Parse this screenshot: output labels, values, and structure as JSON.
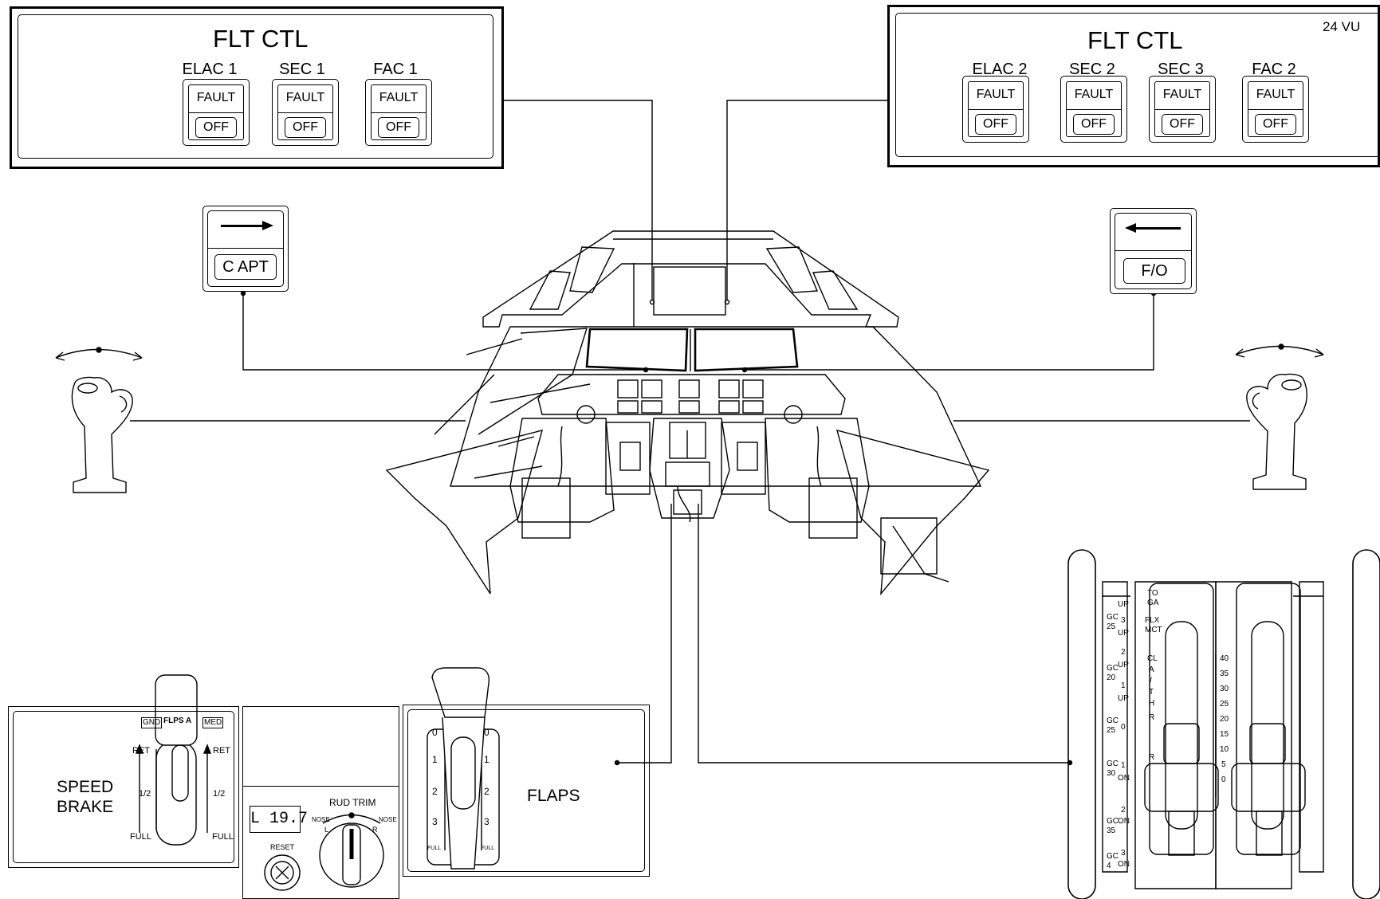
{
  "left_flt_ctl": {
    "title": "FLT CTL",
    "buttons": [
      {
        "label": "ELAC 1",
        "fault": "FAULT",
        "off": "OFF"
      },
      {
        "label": "SEC 1",
        "fault": "FAULT",
        "off": "OFF"
      },
      {
        "label": "FAC 1",
        "fault": "FAULT",
        "off": "OFF"
      }
    ]
  },
  "right_flt_ctl": {
    "title": "FLT CTL",
    "panel_id": "24 VU",
    "buttons": [
      {
        "label": "ELAC 2",
        "fault": "FAULT",
        "off": "OFF"
      },
      {
        "label": "SEC 2",
        "fault": "FAULT",
        "off": "OFF"
      },
      {
        "label": "SEC 3",
        "fault": "FAULT",
        "off": "OFF"
      },
      {
        "label": "FAC 2",
        "fault": "FAULT",
        "off": "OFF"
      }
    ]
  },
  "capt_priority": {
    "label": "C APT",
    "arrow": "right-arrow-icon"
  },
  "fo_priority": {
    "label": "F/O",
    "arrow": "left-arrow-icon"
  },
  "speed_brake": {
    "title_line1": "SPEED",
    "title_line2": "BRAKE",
    "gate": [
      "GND",
      "FLPS A",
      "MED"
    ],
    "marks": [
      "RET",
      "1/2",
      "FULL"
    ]
  },
  "rud_trim": {
    "title": "RUD TRIM",
    "display": "L 19.7",
    "nose_l": "NOSE",
    "nose_r": "NOSE",
    "l": "L",
    "r": "R",
    "reset": "RESET"
  },
  "flaps": {
    "title": "FLAPS",
    "positions": [
      "0",
      "1",
      "2",
      "3",
      "FULL"
    ]
  },
  "thrust": {
    "detents": [
      "TO",
      "GA",
      "FLX",
      "MCT",
      "CL",
      "A",
      "/",
      "T",
      "H",
      "R",
      "R"
    ],
    "trim_left": [
      "GC",
      "25",
      "GC",
      "20",
      "GC",
      "25",
      "GC",
      "30",
      "GC",
      "35",
      "GC",
      "4"
    ],
    "trim_right": [
      "UP",
      "3",
      "UP",
      "2",
      "UP",
      "1",
      "UP",
      "0",
      "1",
      "ON",
      "2",
      "ON",
      "3",
      "ON"
    ],
    "scale": [
      "40",
      "35",
      "30",
      "25",
      "20",
      "15",
      "10",
      "5",
      "0"
    ]
  }
}
